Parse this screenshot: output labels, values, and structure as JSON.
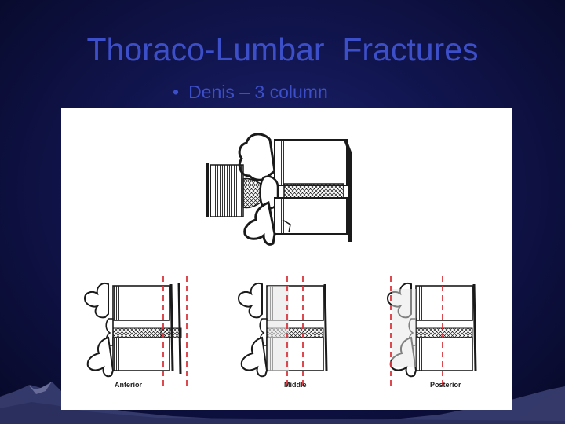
{
  "slide": {
    "title": "Thoraco-Lumbar  Fractures",
    "bullet_symbol": "•",
    "bullet_text": "Denis – 3 column"
  },
  "diagram": {
    "panels": [
      {
        "label": "Anterior",
        "highlight": "anterior"
      },
      {
        "label": "Middle",
        "highlight": "middle"
      },
      {
        "label": "Posterior",
        "highlight": "posterior"
      }
    ],
    "colors": {
      "background_deep": "#070927",
      "background_mid": "#1d2370",
      "title": "#3d4fc8",
      "dashed_line": "#d9363e",
      "ink": "#1a1a1a",
      "highlight_fill": "#e6e6e6"
    }
  }
}
